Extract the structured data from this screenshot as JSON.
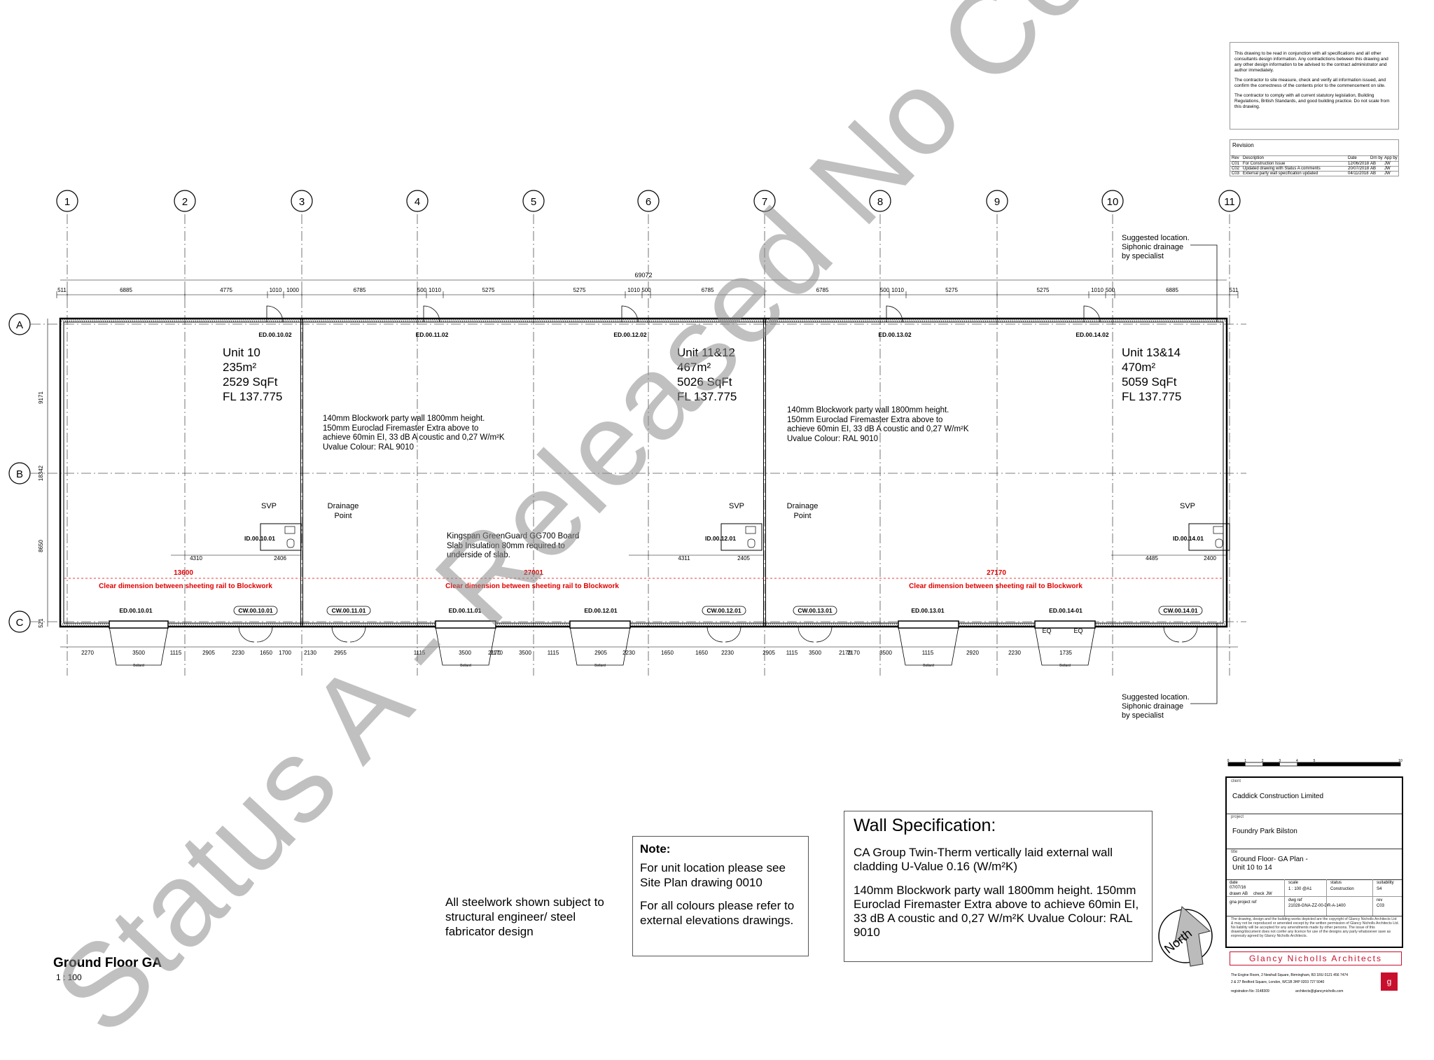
{
  "drawing_title": "Ground Floor GA",
  "drawing_scale": "1 : 100",
  "gridlines": {
    "columns": [
      "1",
      "2",
      "3",
      "4",
      "5",
      "6",
      "7",
      "8",
      "9",
      "10",
      "11"
    ],
    "rows": [
      "A",
      "B",
      "C"
    ]
  },
  "dimensions": {
    "overall": "69072",
    "top_chain": [
      "511",
      "6885",
      "4775",
      "1010",
      "1000",
      "6785",
      "500",
      "1010",
      "5275",
      "5275",
      "1010",
      "500",
      "6785",
      "6785",
      "500",
      "1010",
      "5275",
      "5275",
      "1010",
      "500",
      "6885",
      "511"
    ],
    "left_chain": [
      "9171",
      "18342",
      "8650",
      "521"
    ],
    "bottom_chain": [
      "2270",
      "3500",
      "1115",
      "2905",
      "2230",
      "1650",
      "1700",
      "2130",
      "2955",
      "1115",
      "3500",
      "2170",
      "2170",
      "3500",
      "1115",
      "2905",
      "2230",
      "1650",
      "1650",
      "2230",
      "2905",
      "1115",
      "3500",
      "2170",
      "2170",
      "3500",
      "1115",
      "2920",
      "2230",
      "1735"
    ],
    "interior": [
      "4310",
      "2406",
      "4311",
      "2405",
      "4485",
      "2400"
    ],
    "clear_values": [
      "13600",
      "27001",
      "27170"
    ],
    "clear_label": "Clear dimension between sheeting rail to Blockwork",
    "eq": "EQ"
  },
  "units": [
    {
      "name": "Unit 10",
      "area": "235m²",
      "sqft": "2529 SqFt",
      "fl": "FL 137.775"
    },
    {
      "name": "Unit 11&12",
      "area": "467m²",
      "sqft": "5026 SqFt",
      "fl": "FL 137.775"
    },
    {
      "name": "Unit 13&14",
      "area": "470m²",
      "sqft": "5059 SqFt",
      "fl": "FL 137.775"
    }
  ],
  "party_wall_note": [
    "140mm Blockwork party wall 1800mm height.",
    "150mm Euroclad Firemaster Extra above to",
    "achieve 60min EI, 33 dB A coustic and 0,27 W/m²K",
    "Uvalue Colour: RAL 9010"
  ],
  "slab_note": [
    "Kingspan GreenGuard GG700 Board",
    "Slab Insulation 80mm required to",
    "underside of slab."
  ],
  "drainage_note": [
    "Suggested location.",
    "Siphonic drainage",
    "by specialist"
  ],
  "svp": "SVP",
  "drainage_point": [
    "Drainage",
    "Point"
  ],
  "door_tags_top": [
    "ED.00.10.02",
    "ED.00.11.02",
    "ED.00.12.02",
    "ED.00.13.02",
    "ED.00.14.02"
  ],
  "door_tags_bottom": [
    "ED.00.10.01",
    "CW.00.10.01",
    "CW.00.11.01",
    "ED.00.11.01",
    "ED.00.12.01",
    "CW.00.12.01",
    "CW.00.13.01",
    "ED.00.13.01",
    "ED.00.14-01",
    "CW.00.14.01"
  ],
  "id_tags": [
    "ID.00.10.01",
    "ID.00.12.01",
    "ID.00.14.01"
  ],
  "bollard": "Bollard",
  "steelwork_note": "All steelwork shown subject to structural engineer/ steel fabricator design",
  "note_box": {
    "title": "Note:",
    "p1": "For unit location please see Site Plan drawing 0010",
    "p2": "For all colours please refer to external elevations drawings."
  },
  "wall_spec": {
    "title": "Wall Specification:",
    "p1": "CA Group Twin-Therm vertically laid external wall cladding U-Value 0.16 (W/m²K)",
    "p2": "140mm Blockwork party wall 1800mm height. 150mm Euroclad Firemaster Extra above to achieve 60min EI, 33 dB A coustic and 0,27 W/m²K Uvalue Colour: RAL 9010"
  },
  "north": "North",
  "disclaimer": [
    "This drawing to be read in conjunction with all specifications and all other consultants design information. Any contradictions between this drawing and any other design information to be advised to the contract administrator and author immediately.",
    "The contractor to site measure, check and verify all information issued, and confirm the correctness of the contents prior to the commencement on site.",
    "The contractor to comply with all current statutory legislation, Building Regulations, British Standards, and good building practice. Do not scale from this drawing."
  ],
  "revision": {
    "label": "Revision",
    "headers": [
      "Rev",
      "Description",
      "Date",
      "Drn by",
      "App by"
    ],
    "rows": [
      [
        "C01",
        "For Construction Issue",
        "12/06/2018",
        "AB",
        "JW"
      ],
      [
        "C02",
        "Updated drawing with Status A comments",
        "20/07/2018",
        "AB",
        "JW"
      ],
      [
        "C03",
        "External party wall specification updated",
        "04/11/2018",
        "AB",
        "JW"
      ]
    ]
  },
  "title_block": {
    "scale_bar": [
      "0",
      "1",
      "2",
      "3",
      "4",
      "5",
      "10"
    ],
    "client_label": "client",
    "client": "Caddick Construction Limited",
    "project_label": "project",
    "project": "Foundry Park Bilston",
    "title_label": "title",
    "title": [
      "Ground Floor- GA Plan -",
      "Unit 10 to 14"
    ],
    "date_label": "date",
    "date": "07/07/16",
    "scale_label": "scale",
    "scale": "1 : 100 @A1",
    "status_label": "status",
    "status": "Construction",
    "suitability_label": "suitability",
    "suitability": "S4",
    "drawn_label": "drawn",
    "drawn": "AB",
    "check_label": "check",
    "check": "JW",
    "gna_label": "gna project ref",
    "dwg_label": "dwg ref",
    "dwg": "21028-GNA-ZZ-00-DR-A-1400",
    "rev_label": "rev",
    "rev": "C03",
    "copyright": "The drawing, design and the building works depicted are the copyright of Glancy Nicholls Architects Ltd & may not be reproduced or amended except by the written permission of Glancy Nicholls Architects Ltd. No liability will be accepted for any amendments made by other persons. The issue of this drawing/document does not confer any licence for use of the designs any party whatsoever save as expressly agreed by Glancy Nicholls Architects.",
    "firm": "Glancy Nicholls Architects",
    "addr1": "The Engine Room, 2 Newhall Square, Birmingham, B3 1RU  0121 456 7474",
    "addr2": "2 & 27 Bedford Square, London, WC1B 3HP  0203 727 5040",
    "reg": "registration No: 3148309",
    "email": "architects@glancynicholls.com"
  },
  "watermark": "Status A - Released No Comment",
  "colors": {
    "line": "#000000",
    "dim_red": "#e00000",
    "watermark": "#8c8c8c",
    "brand": "#c8102e"
  }
}
